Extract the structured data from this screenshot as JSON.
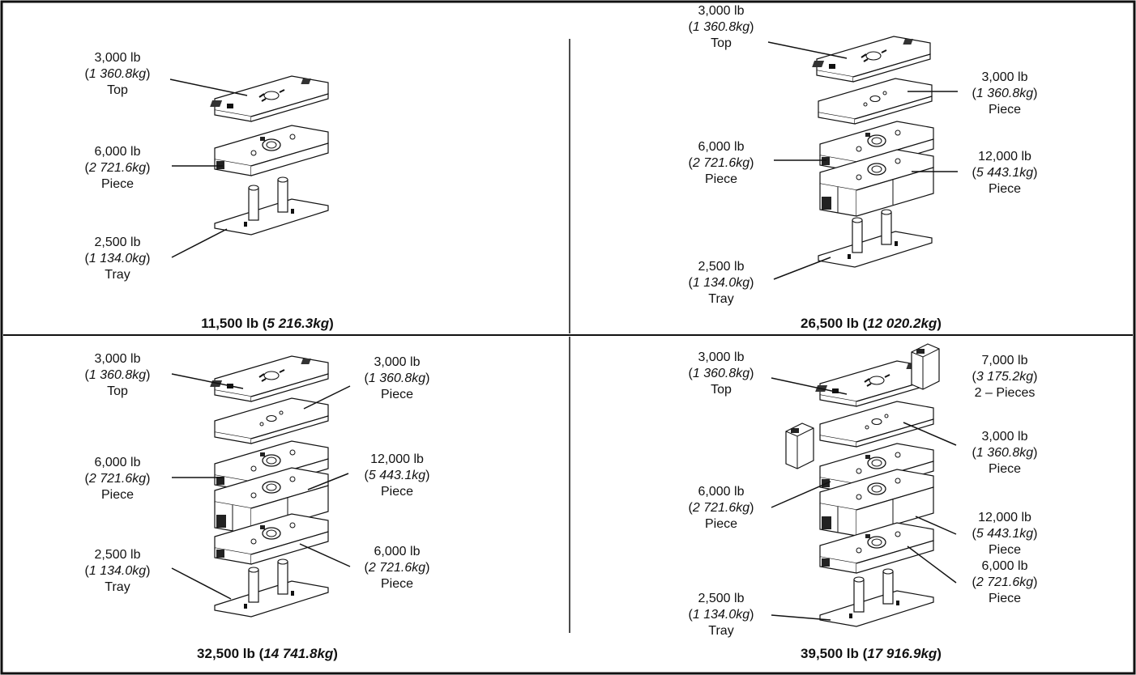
{
  "quadrants": [
    {
      "total": {
        "lb": "11,500 lb",
        "kg": "5 216.3kg"
      },
      "labels": [
        {
          "lb": "3,000 lb",
          "kg": "1 360.8kg",
          "name": "Top"
        },
        {
          "lb": "6,000 lb",
          "kg": "2 721.6kg",
          "name": "Piece"
        },
        {
          "lb": "2,500 lb",
          "kg": "1 134.0kg",
          "name": "Tray"
        }
      ]
    },
    {
      "total": {
        "lb": "26,500 lb",
        "kg": "12 020.2kg"
      },
      "labels": [
        {
          "lb": "3,000 lb",
          "kg": "1 360.8kg",
          "name": "Top"
        },
        {
          "lb": "3,000 lb",
          "kg": "1 360.8kg",
          "name": "Piece"
        },
        {
          "lb": "6,000 lb",
          "kg": "2 721.6kg",
          "name": "Piece"
        },
        {
          "lb": "12,000 lb",
          "kg": "5 443.1kg",
          "name": "Piece"
        },
        {
          "lb": "2,500 lb",
          "kg": "1 134.0kg",
          "name": "Tray"
        }
      ]
    },
    {
      "total": {
        "lb": "32,500 lb",
        "kg": "14 741.8kg"
      },
      "labels": [
        {
          "lb": "3,000 lb",
          "kg": "1 360.8kg",
          "name": "Top"
        },
        {
          "lb": "3,000 lb",
          "kg": "1 360.8kg",
          "name": "Piece"
        },
        {
          "lb": "6,000 lb",
          "kg": "2 721.6kg",
          "name": "Piece"
        },
        {
          "lb": "12,000 lb",
          "kg": "5 443.1kg",
          "name": "Piece"
        },
        {
          "lb": "2,500 lb",
          "kg": "1 134.0kg",
          "name": "Tray"
        },
        {
          "lb": "6,000 lb",
          "kg": "2 721.6kg",
          "name": "Piece"
        }
      ]
    },
    {
      "total": {
        "lb": "39,500 lb",
        "kg": "17 916.9kg"
      },
      "labels": [
        {
          "lb": "3,000 lb",
          "kg": "1 360.8kg",
          "name": "Top"
        },
        {
          "lb": "7,000 lb",
          "kg": "3 175.2kg",
          "name": "2 – Pieces"
        },
        {
          "lb": "3,000 lb",
          "kg": "1 360.8kg",
          "name": "Piece"
        },
        {
          "lb": "6,000 lb",
          "kg": "2 721.6kg",
          "name": "Piece"
        },
        {
          "lb": "12,000 lb",
          "kg": "5 443.1kg",
          "name": "Piece"
        },
        {
          "lb": "6,000 lb",
          "kg": "2 721.6kg",
          "name": "Piece"
        },
        {
          "lb": "2,500 lb",
          "kg": "1 134.0kg",
          "name": "Tray"
        }
      ]
    }
  ]
}
